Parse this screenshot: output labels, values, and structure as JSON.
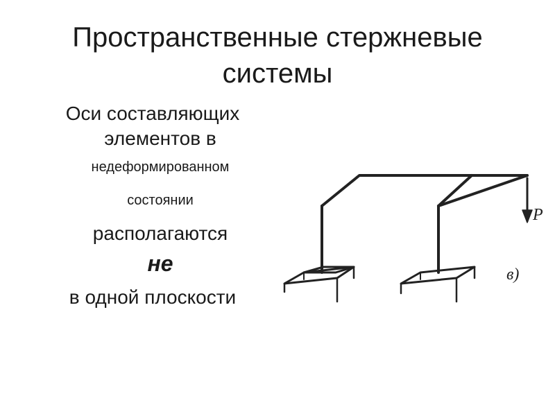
{
  "slide": {
    "title": "Пространственные стержневые системы",
    "body": {
      "line1": "Оси составляющих",
      "line2": "элементов в",
      "line3": "недеформированном",
      "line4": "состоянии",
      "line5": "располагаются",
      "line6": "не",
      "line7": "в одной плоскости"
    }
  },
  "diagram": {
    "force_label": "P",
    "figure_label": "в)"
  }
}
